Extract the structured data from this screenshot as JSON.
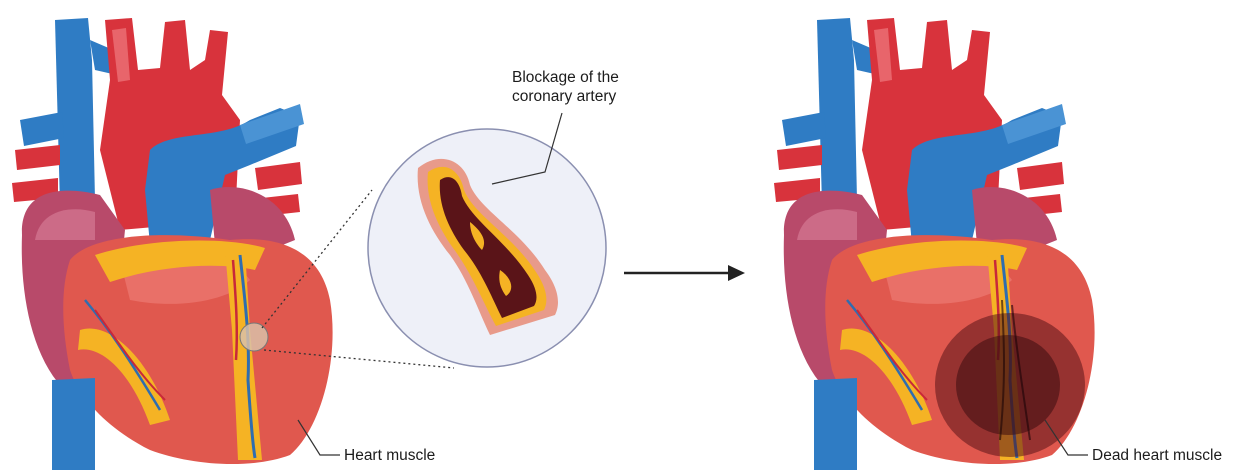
{
  "labels": {
    "blockage_line1": "Blockage of the",
    "blockage_line2": "coronary artery",
    "heart_muscle": "Heart muscle",
    "dead_heart_muscle": "Dead heart muscle"
  },
  "colors": {
    "vein_blue": "#2f7cc4",
    "artery_red": "#d8333c",
    "myocardium": "#e0584e",
    "atrium": "#b84a6a",
    "fat_yellow": "#f5b324",
    "necrosis": "#5a1418",
    "inset_bg": "#eef0f8",
    "arrow": "#222222"
  },
  "icons": {
    "heart_left": "healthy-heart-illustration",
    "heart_right": "infarcted-heart-illustration",
    "inset": "blocked-artery-magnified-icon",
    "arrow": "right-arrow-icon"
  }
}
